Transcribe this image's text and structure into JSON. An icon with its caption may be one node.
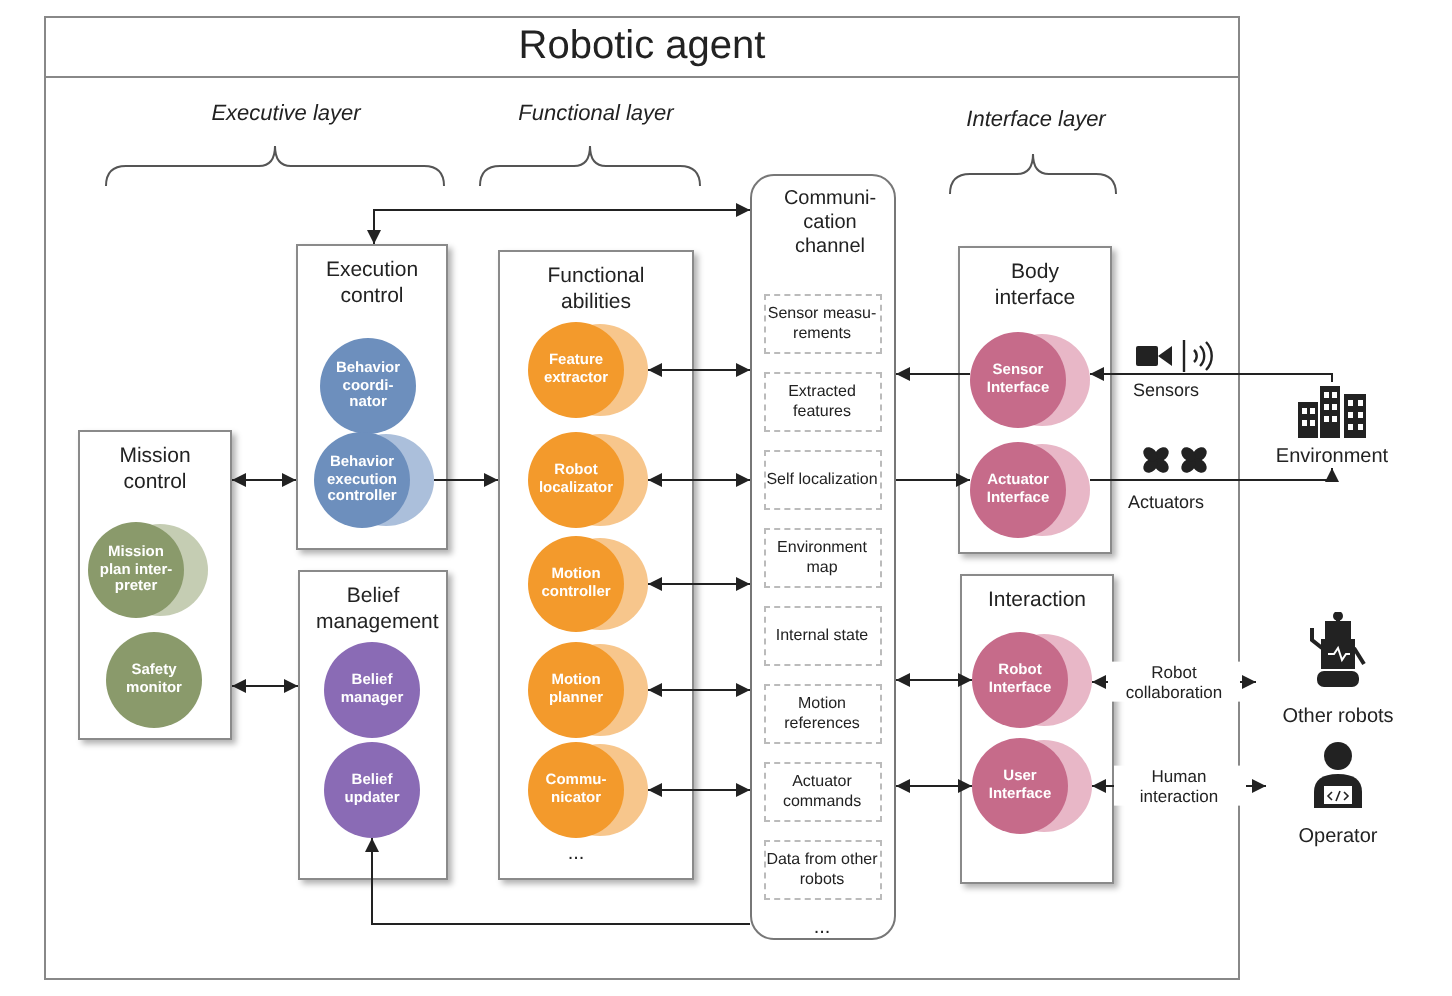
{
  "diagram": {
    "nodes": [
      {
        "text": [
          "Robotic agent"
        ]
      },
      {
        "text": [
          "Mission control"
        ],
        "in": 0
      },
      {
        "text": [
          "Mission plan inter-preter"
        ],
        "in": 1
      },
      {
        "text": [
          "Safety monitor"
        ],
        "in": 1
      },
      {
        "text": [
          "Execution control"
        ],
        "in": 0
      },
      {
        "text": [
          "Behavior coordi-nator"
        ],
        "in": 4
      },
      {
        "text": [
          "Behavior execution controller"
        ],
        "in": 4
      },
      {
        "text": [
          "Belief management"
        ],
        "in": 0
      },
      {
        "text": [
          "Belief manager"
        ],
        "in": 7
      },
      {
        "text": [
          "Belief updater"
        ],
        "in": 7
      },
      {
        "text": [
          "Functional abilities"
        ],
        "in": 0
      },
      {
        "text": [
          "Feature extractor"
        ],
        "in": 10
      },
      {
        "text": [
          "Robot localizator"
        ],
        "in": 10
      },
      {
        "text": [
          "Motion controller"
        ],
        "in": 10
      },
      {
        "text": [
          "Motion planner"
        ],
        "in": 10
      },
      {
        "text": [
          "Commu-nicator"
        ],
        "in": 10
      },
      {
        "text": [
          "Communi-cation channel"
        ],
        "in": 0
      },
      {
        "text": [
          "Sensor measu-rements"
        ],
        "in": 16
      },
      {
        "text": [
          "Extracted features"
        ],
        "in": 16
      },
      {
        "text": [
          "Self localization"
        ],
        "in": 16
      },
      {
        "text": [
          "Environment map"
        ],
        "in": 16
      },
      {
        "text": [
          "Internal state"
        ],
        "in": 16
      },
      {
        "text": [
          "Motion references"
        ],
        "in": 16
      },
      {
        "text": [
          "Actuator commands"
        ],
        "in": 16
      },
      {
        "text": [
          "Data from other robots"
        ],
        "in": 16
      },
      {
        "text": [
          "Body interface"
        ],
        "in": 0
      },
      {
        "text": [
          "Sensor Interface"
        ],
        "in": 25
      },
      {
        "text": [
          "Actuator Interface"
        ],
        "in": 25
      },
      {
        "text": [
          "Interaction"
        ],
        "in": 0
      },
      {
        "text": [
          "Robot Interface"
        ],
        "in": 28
      },
      {
        "text": [
          "User Interface"
        ],
        "in": 28
      },
      {
        "text": [
          "Environment"
        ]
      },
      {
        "text": [
          "Other robots"
        ]
      },
      {
        "text": [
          "Operator"
        ]
      }
    ],
    "edges": [
      {
        "from": 1,
        "to": 4,
        "arrow": "both"
      },
      {
        "from": 1,
        "to": 7,
        "arrow": "both"
      },
      {
        "from": 6,
        "to": 10,
        "arrow": "to"
      },
      {
        "from": 16,
        "to": 4,
        "arrow": "both"
      },
      {
        "from": 16,
        "to": 11,
        "arrow": "both"
      },
      {
        "from": 16,
        "to": 12,
        "arrow": "both"
      },
      {
        "from": 16,
        "to": 13,
        "arrow": "both"
      },
      {
        "from": 16,
        "to": 14,
        "arrow": "both"
      },
      {
        "from": 16,
        "to": 15,
        "arrow": "both"
      },
      {
        "from": 16,
        "to": 9,
        "arrow": "to"
      },
      {
        "from": 26,
        "to": 16,
        "arrow": "to"
      },
      {
        "from": 16,
        "to": 27,
        "arrow": "to"
      },
      {
        "from": 31,
        "to": 26,
        "arrow": "to"
      },
      {
        "from": 27,
        "to": 31,
        "arrow": "to"
      },
      {
        "from": 16,
        "to": 29,
        "arrow": "both"
      },
      {
        "from": 16,
        "to": 30,
        "arrow": "both"
      },
      {
        "from": 29,
        "to": 32,
        "arrow": "both",
        "label": "Robot collaboration"
      },
      {
        "from": 30,
        "to": 33,
        "arrow": "both",
        "label": "Human interaction"
      }
    ],
    "labels": [
      "Executive layer",
      "Functional layer",
      "Interface layer",
      "...",
      "...",
      "Sensors",
      "Actuators"
    ]
  }
}
